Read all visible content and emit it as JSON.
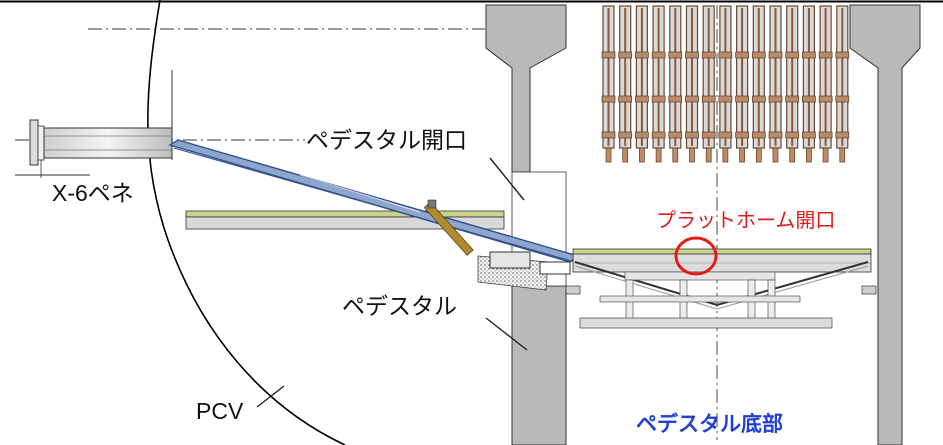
{
  "labels": {
    "pedestal_opening": "ペデスタル開口",
    "x6_penetration": "X-6ペネ",
    "platform_opening": "プラットホーム開口",
    "pedestal": "ペデスタル",
    "pcv": "PCV",
    "pedestal_bottom": "ペデスタル底部"
  },
  "colors": {
    "concrete": "#b9b9b9",
    "rail": "#8fa6cc",
    "rail_dark": "#2f4f8f",
    "platform_top": "#c9d48a",
    "highlight_red": "#e31b1b",
    "bottom_label_blue": "#1f3fd6",
    "guide_tube": "#8a5a3a",
    "arm": "#b08a2e"
  }
}
